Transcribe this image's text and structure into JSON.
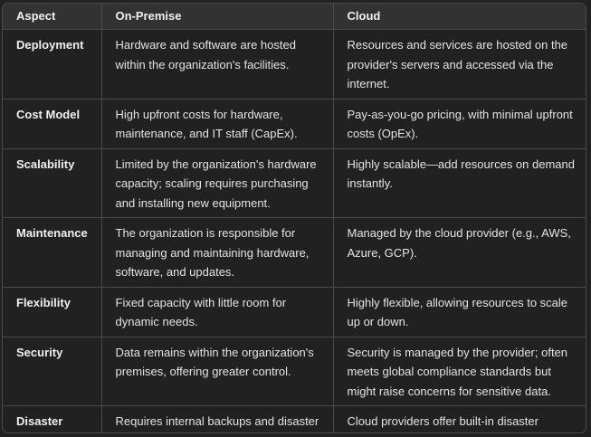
{
  "table": {
    "headers": [
      "Aspect",
      "On-Premise",
      "Cloud"
    ],
    "rows": [
      {
        "aspect": "Deployment",
        "on_premise": "Hardware and software are hosted within the organization's facilities.",
        "cloud": "Resources and services are hosted on the provider's servers and accessed via the internet."
      },
      {
        "aspect": "Cost Model",
        "on_premise": "High upfront costs for hardware, maintenance, and IT staff (CapEx).",
        "cloud": "Pay-as-you-go pricing, with minimal upfront costs (OpEx)."
      },
      {
        "aspect": "Scalability",
        "on_premise": "Limited by the organization's hardware capacity; scaling requires purchasing and installing new equipment.",
        "cloud": "Highly scalable—add resources on demand instantly."
      },
      {
        "aspect": "Maintenance",
        "on_premise": "The organization is responsible for managing and maintaining hardware, software, and updates.",
        "cloud": "Managed by the cloud provider (e.g., AWS, Azure, GCP)."
      },
      {
        "aspect": "Flexibility",
        "on_premise": "Fixed capacity with little room for dynamic needs.",
        "cloud": "Highly flexible, allowing resources to scale up or down."
      },
      {
        "aspect": "Security",
        "on_premise": "Data remains within the organization's premises, offering greater control.",
        "cloud": "Security is managed by the provider; often meets global compliance standards but might raise concerns for sensitive data."
      },
      {
        "aspect": "Disaster Recovery",
        "on_premise": "Requires internal backups and disaster recovery systems.",
        "cloud": "Cloud providers offer built-in disaster recovery and redundancy."
      }
    ]
  }
}
